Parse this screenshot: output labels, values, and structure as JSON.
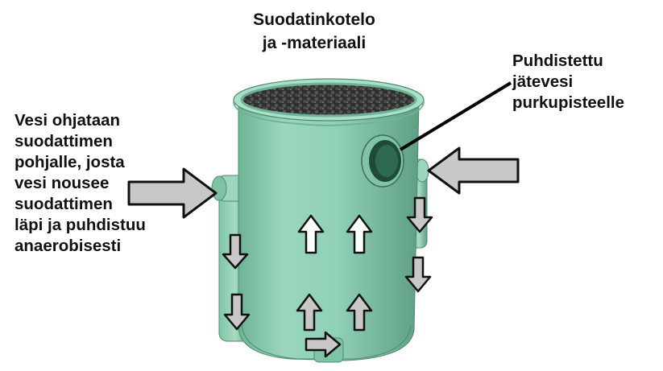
{
  "title": {
    "lines": [
      "Suodatinkotelo",
      "ja -materiaali"
    ]
  },
  "outlet_label": {
    "lines": [
      "Puhdistettu",
      "jätevesi",
      "purkupisteelle"
    ]
  },
  "inlet_label": {
    "lines": [
      "Vesi ohjataan",
      "suodattimen",
      "pohjalle, josta",
      "vesi nousee",
      "suodattimen",
      "läpi ja puhdistuu",
      "anaerobisesti"
    ]
  },
  "colors": {
    "tank_body": "#8fd0b6",
    "tank_shadow": "#5fa68a",
    "tank_highlight": "#b5e3cf",
    "gravel": "#3a3a3a",
    "arrow_fill": "#c8c8c8",
    "arrow_stroke": "#111111",
    "arrow_white": "#ffffff"
  },
  "icons": {
    "inlet_arrow": "arrow-right-icon",
    "outlet_arrow": "arrow-left-icon",
    "flow_down": "arrow-down-icon",
    "flow_up": "arrow-up-icon"
  }
}
